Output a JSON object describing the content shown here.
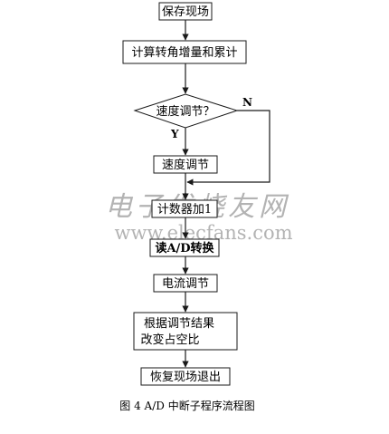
{
  "flowchart": {
    "nodes": [
      {
        "id": "save",
        "shape": "rect",
        "lines": [
          "保存现场"
        ]
      },
      {
        "id": "calc",
        "shape": "rect",
        "lines": [
          "计算转角增量和累计"
        ]
      },
      {
        "id": "speed_q",
        "shape": "diamond",
        "lines": [
          "速度调节？"
        ]
      },
      {
        "id": "speed",
        "shape": "rect",
        "lines": [
          "速度调节"
        ]
      },
      {
        "id": "counter",
        "shape": "rect",
        "lines": [
          "计数器加1"
        ]
      },
      {
        "id": "ad",
        "shape": "rect",
        "lines": [
          "读A/D转换"
        ]
      },
      {
        "id": "current",
        "shape": "rect",
        "lines": [
          "电流调节"
        ]
      },
      {
        "id": "duty",
        "shape": "rect",
        "lines": [
          "根据调节结果",
          "改变占空比"
        ]
      },
      {
        "id": "exit",
        "shape": "rect",
        "lines": [
          "恢复现场退出"
        ]
      }
    ],
    "edges": [
      {
        "from": "save",
        "to": "calc"
      },
      {
        "from": "calc",
        "to": "speed_q"
      },
      {
        "from": "speed_q",
        "to": "speed",
        "label": "Y"
      },
      {
        "from": "speed_q",
        "to": "counter",
        "label": "N"
      },
      {
        "from": "speed",
        "to": "counter"
      },
      {
        "from": "counter",
        "to": "ad"
      },
      {
        "from": "ad",
        "to": "current"
      },
      {
        "from": "current",
        "to": "duty"
      },
      {
        "from": "duty",
        "to": "exit"
      }
    ],
    "caption": "图 4  A/D 中断子程序流程图"
  },
  "watermark": {
    "line1": "电子发烧友网",
    "line2": "www.elecfans.com"
  },
  "colors": {
    "stroke": "#1a1a1a",
    "text": "#111111",
    "watermark": "#9a9a9a"
  }
}
